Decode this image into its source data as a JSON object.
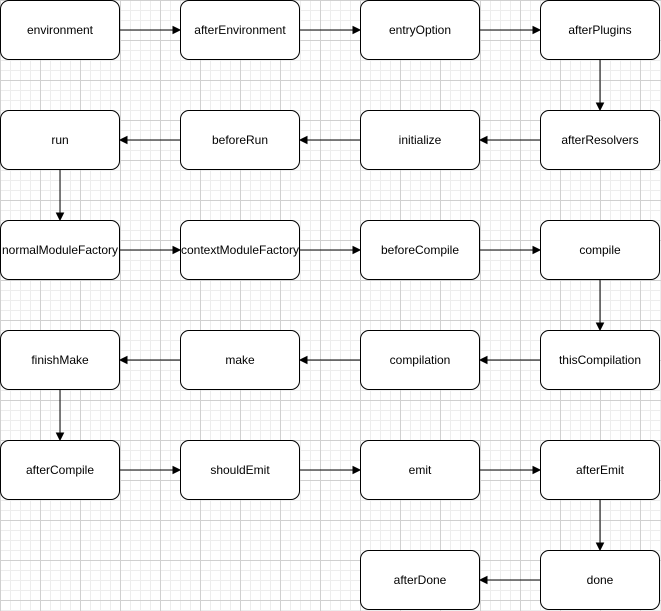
{
  "diagram": {
    "nodes": [
      {
        "id": "environment",
        "label": "environment"
      },
      {
        "id": "afterEnvironment",
        "label": "afterEnvironment"
      },
      {
        "id": "entryOption",
        "label": "entryOption"
      },
      {
        "id": "afterPlugins",
        "label": "afterPlugins"
      },
      {
        "id": "afterResolvers",
        "label": "afterResolvers"
      },
      {
        "id": "initialize",
        "label": "initialize"
      },
      {
        "id": "beforeRun",
        "label": "beforeRun"
      },
      {
        "id": "run",
        "label": "run"
      },
      {
        "id": "normalModuleFactory",
        "label": "normalModuleFactory"
      },
      {
        "id": "contextModuleFactory",
        "label": "contextModuleFactory"
      },
      {
        "id": "beforeCompile",
        "label": "beforeCompile"
      },
      {
        "id": "compile",
        "label": "compile"
      },
      {
        "id": "thisCompilation",
        "label": "thisCompilation"
      },
      {
        "id": "compilation",
        "label": "compilation"
      },
      {
        "id": "make",
        "label": "make"
      },
      {
        "id": "finishMake",
        "label": "finishMake"
      },
      {
        "id": "afterCompile",
        "label": "afterCompile"
      },
      {
        "id": "shouldEmit",
        "label": "shouldEmit"
      },
      {
        "id": "emit",
        "label": "emit"
      },
      {
        "id": "afterEmit",
        "label": "afterEmit"
      },
      {
        "id": "done",
        "label": "done"
      },
      {
        "id": "afterDone",
        "label": "afterDone"
      }
    ],
    "edges": [
      {
        "from": "environment",
        "to": "afterEnvironment"
      },
      {
        "from": "afterEnvironment",
        "to": "entryOption"
      },
      {
        "from": "entryOption",
        "to": "afterPlugins"
      },
      {
        "from": "afterPlugins",
        "to": "afterResolvers"
      },
      {
        "from": "afterResolvers",
        "to": "initialize"
      },
      {
        "from": "initialize",
        "to": "beforeRun"
      },
      {
        "from": "beforeRun",
        "to": "run"
      },
      {
        "from": "run",
        "to": "normalModuleFactory"
      },
      {
        "from": "normalModuleFactory",
        "to": "contextModuleFactory"
      },
      {
        "from": "contextModuleFactory",
        "to": "beforeCompile"
      },
      {
        "from": "beforeCompile",
        "to": "compile"
      },
      {
        "from": "compile",
        "to": "thisCompilation"
      },
      {
        "from": "thisCompilation",
        "to": "compilation"
      },
      {
        "from": "compilation",
        "to": "make"
      },
      {
        "from": "make",
        "to": "finishMake"
      },
      {
        "from": "finishMake",
        "to": "afterCompile"
      },
      {
        "from": "afterCompile",
        "to": "shouldEmit"
      },
      {
        "from": "shouldEmit",
        "to": "emit"
      },
      {
        "from": "emit",
        "to": "afterEmit"
      },
      {
        "from": "afterEmit",
        "to": "done"
      },
      {
        "from": "done",
        "to": "afterDone"
      }
    ],
    "colors": {
      "background": "#ffffff",
      "grid_major": "#d0d0d0",
      "grid_minor": "#ededed",
      "node_fill": "#ffffff",
      "node_stroke": "#000000",
      "edge": "#000000"
    }
  }
}
